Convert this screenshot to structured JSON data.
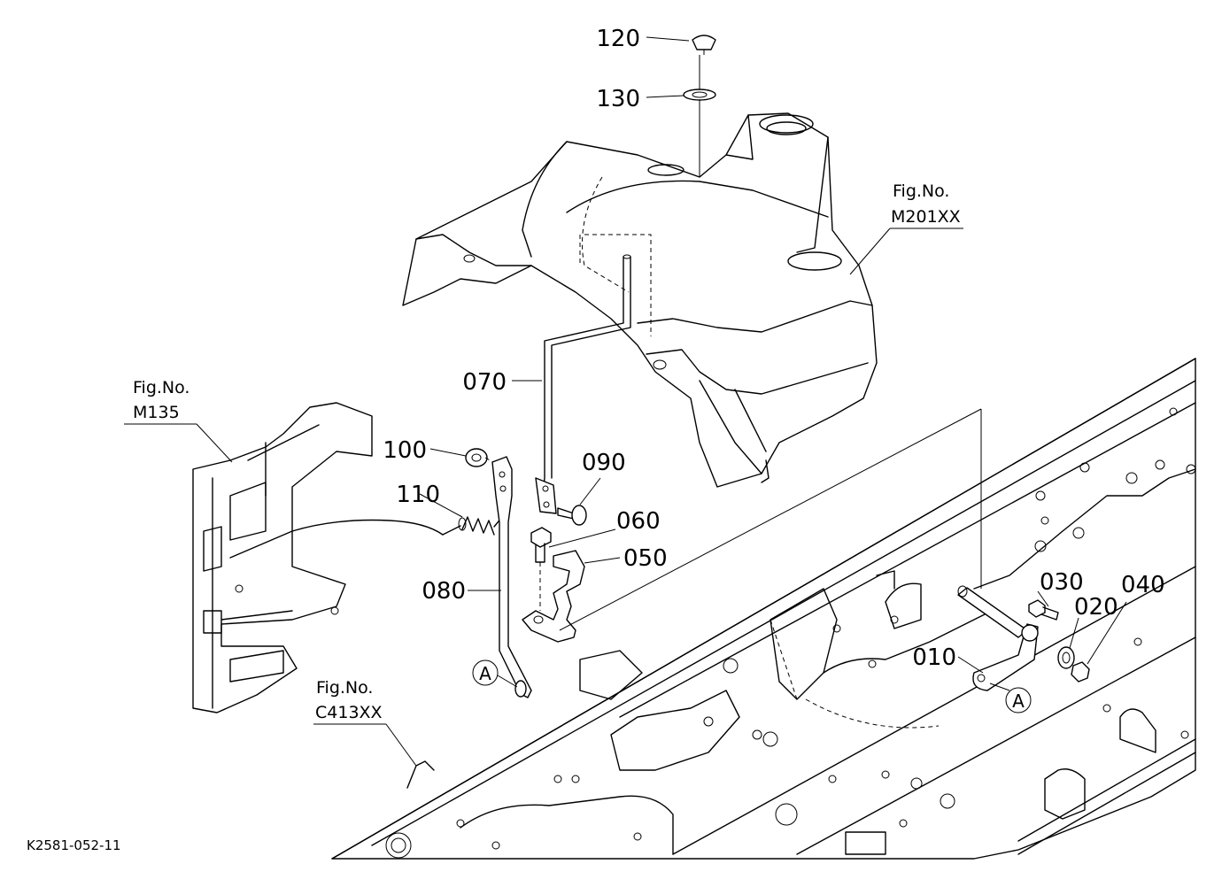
{
  "callouts": {
    "p120": "120",
    "p130": "130",
    "p070": "070",
    "p100": "100",
    "p090": "090",
    "p110": "110",
    "p060": "060",
    "p050": "050",
    "p080": "080",
    "p030": "030",
    "p040": "040",
    "p020": "020",
    "p010": "010"
  },
  "markers": {
    "a_left": "A",
    "a_right": "A"
  },
  "fig_refs": {
    "m201": {
      "label": "Fig.No.",
      "code": "M201XX"
    },
    "m135": {
      "label": "Fig.No.",
      "code": "M135"
    },
    "c413": {
      "label": "Fig.No.",
      "code": "C413XX"
    }
  },
  "doc_id": "K2581-052-11"
}
